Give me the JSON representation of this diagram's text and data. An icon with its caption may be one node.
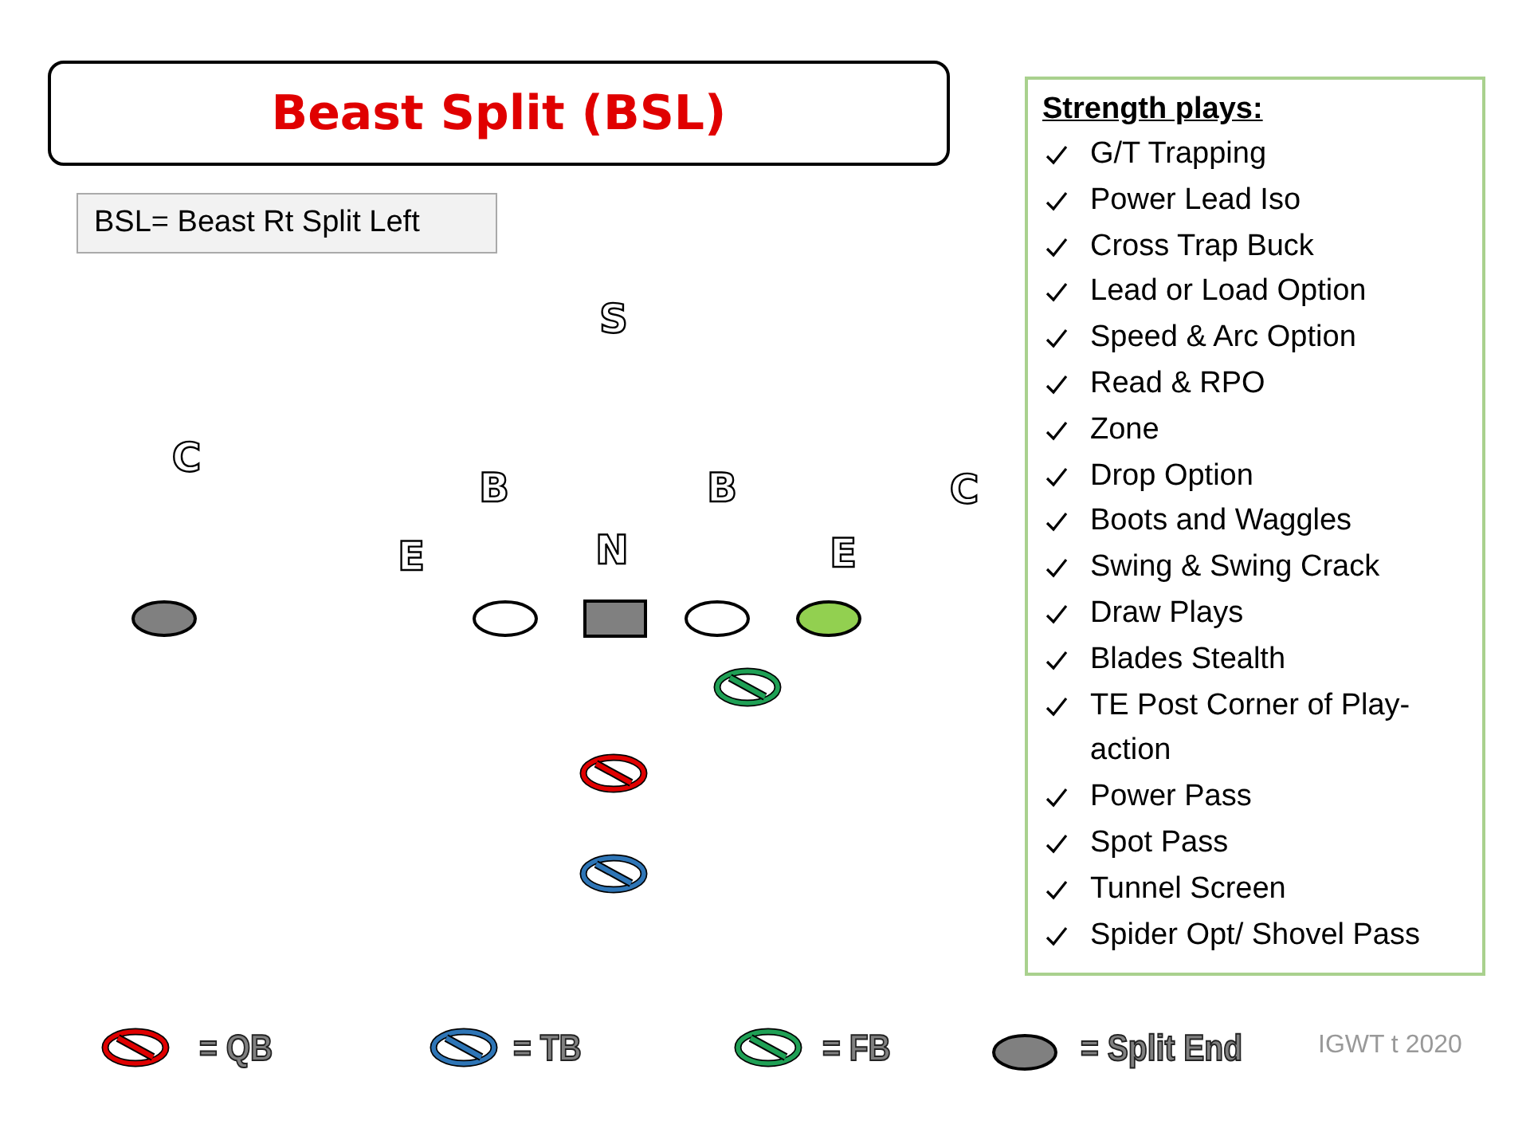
{
  "diagram": {
    "title": "Beast Split (BSL)",
    "nodes": [
      {
        "text": [
          "BSL= Beast Rt Split Left"
        ]
      },
      {
        "text": [
          "Strength plays:",
          "G/T Trapping",
          "Power Lead Iso",
          "Cross Trap Buck",
          "Lead or Load Option",
          "Speed & Arc Option",
          "Read & RPO",
          "Zone",
          "Drop Option",
          "Boots and Waggles",
          "Swing & Swing Crack",
          "Draw Plays",
          "Blades Stealth",
          "TE Post Corner of Play-action",
          "Power Pass",
          "Spot Pass",
          "Tunnel Screen",
          "Spider Opt/ Shovel Pass"
        ]
      }
    ],
    "labels": [
      "S",
      "C",
      "B",
      "B",
      "C",
      "E",
      "N",
      "E",
      "IGWT t 2020"
    ],
    "legend": [
      {
        "text": "= QB"
      },
      {
        "text": "= TB"
      },
      {
        "text": "= FB"
      },
      {
        "text": "= Split End"
      }
    ]
  }
}
